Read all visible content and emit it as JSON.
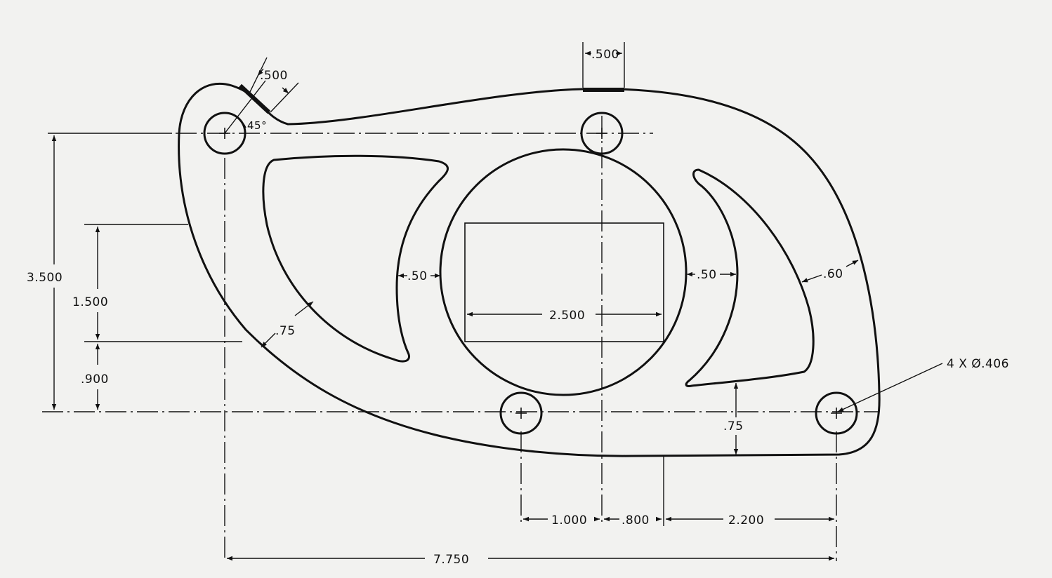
{
  "dimensions": {
    "overall_width": "7.750",
    "height_total": "3.500",
    "height_mid": "1.500",
    "height_low": ".900",
    "rect_width": "2.500",
    "spacing_left": "1.000",
    "spacing_mid": ".800",
    "spacing_right": "2.200",
    "web_left": ".50",
    "web_right": ".50",
    "wall_left": ".75",
    "wall_right": ".60",
    "wall_bottom": ".75",
    "lug_width": ".500",
    "top_pad": ".500",
    "angle": "45°"
  },
  "callouts": {
    "holes": "4 X Ø.406"
  }
}
